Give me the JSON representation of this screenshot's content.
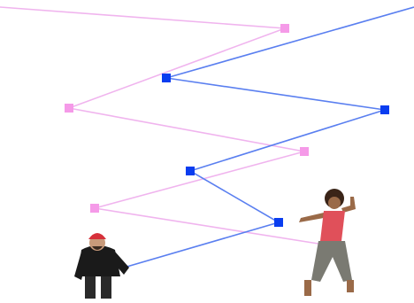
{
  "paths": [
    {
      "name": "pink-path",
      "color": "#f0b4ee",
      "node_color": "#f59ae8",
      "segments_to_offscreen_start": true,
      "node_count": 5
    },
    {
      "name": "blue-path",
      "color": "#5a7ff0",
      "node_color": "#0a3df0",
      "segments_to_offscreen_end": true,
      "node_count": 5
    }
  ],
  "figures": [
    {
      "name": "man-figure",
      "description_icon": "person-man-icon"
    },
    {
      "name": "woman-figure",
      "description_icon": "person-woman-icon"
    }
  ]
}
